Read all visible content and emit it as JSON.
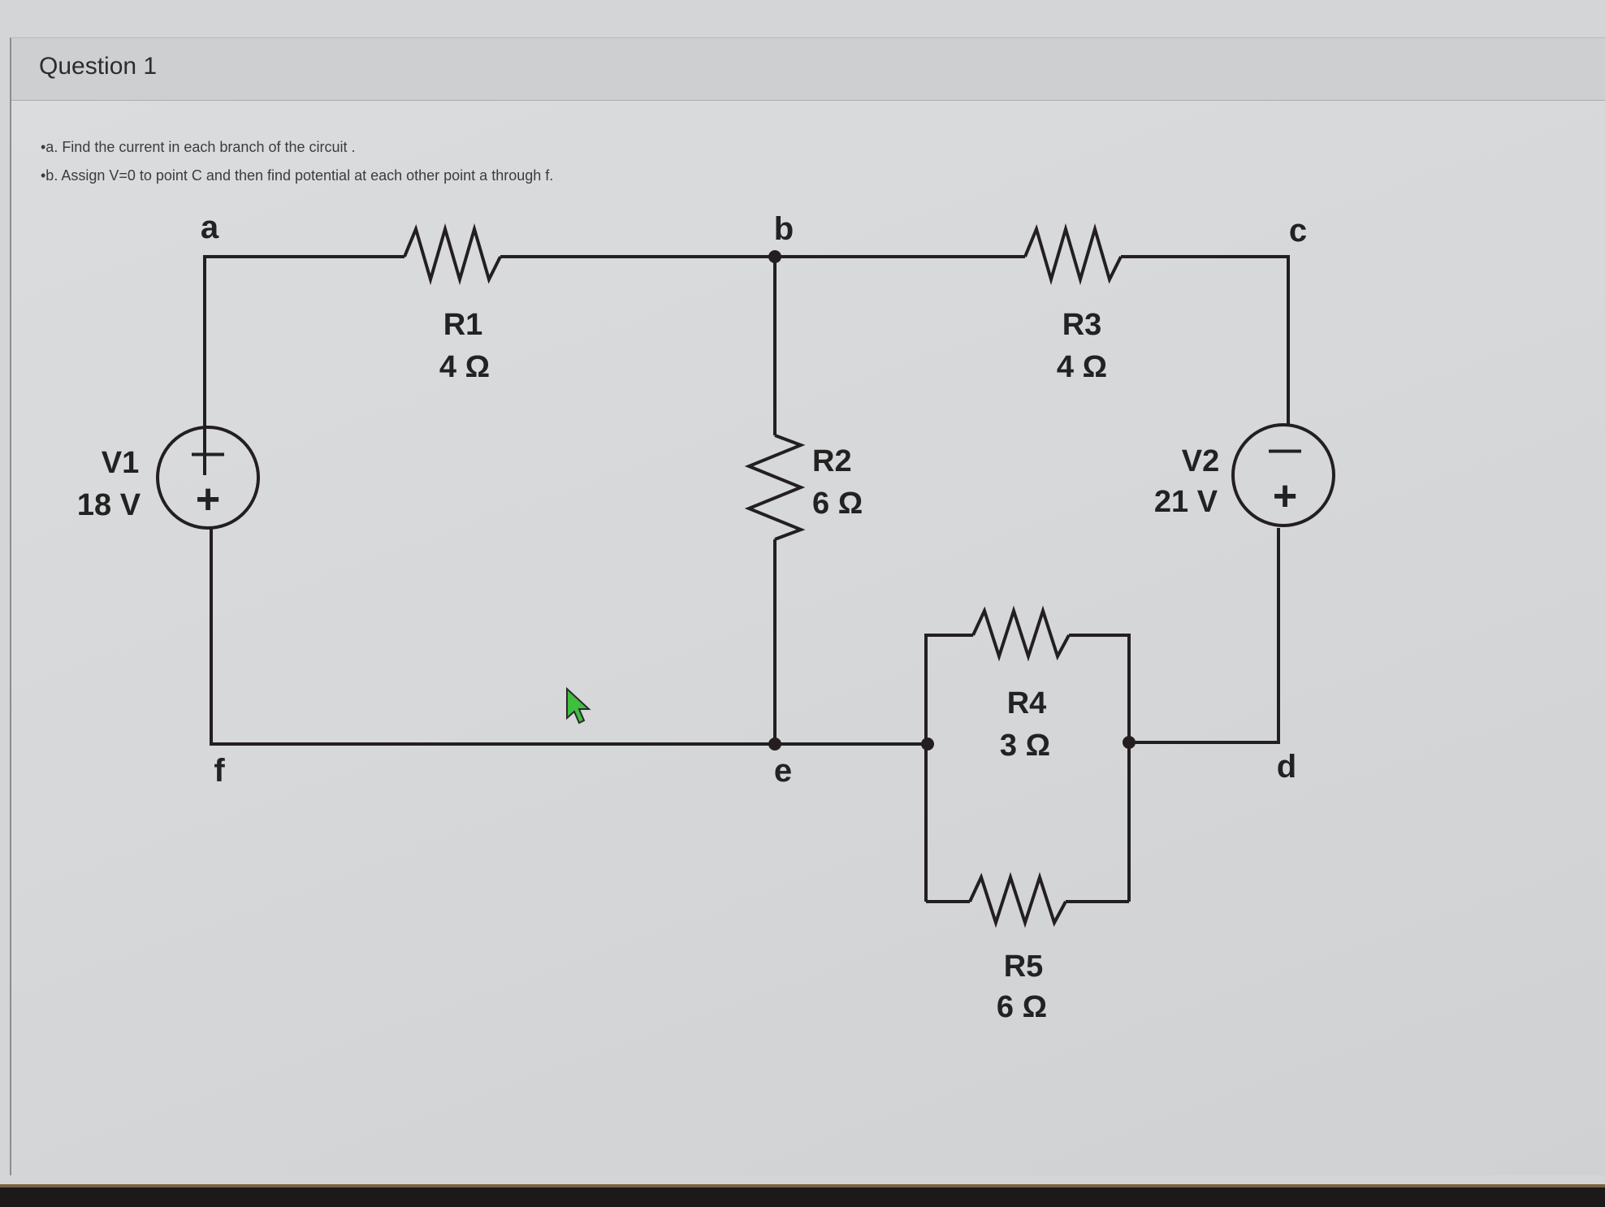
{
  "question": {
    "title": "Question 1",
    "part_a": "•a. Find the current in each branch of the circuit .",
    "part_b": "•b. Assign V=0 to point C and then find potential at each other point a through f."
  },
  "circuit": {
    "nodes": {
      "a": "a",
      "b": "b",
      "c": "c",
      "d": "d",
      "e": "e",
      "f": "f"
    },
    "resistors": [
      {
        "id": "R1",
        "name": "R1",
        "value": "4 Ω"
      },
      {
        "id": "R2",
        "name": "R2",
        "value": "6 Ω"
      },
      {
        "id": "R3",
        "name": "R3",
        "value": "4 Ω"
      },
      {
        "id": "R4",
        "name": "R4",
        "value": "3 Ω"
      },
      {
        "id": "R5",
        "name": "R5",
        "value": "6 Ω"
      }
    ],
    "sources": [
      {
        "id": "V1",
        "name": "V1",
        "value": "18 V",
        "minus": "—",
        "plus": "+"
      },
      {
        "id": "V2",
        "name": "V2",
        "value": "21 V",
        "minus": "—",
        "plus": "+"
      }
    ]
  },
  "colors": {
    "wire": "#231f20",
    "background": "#d6d8da",
    "cursor": "#3fbf3f"
  }
}
